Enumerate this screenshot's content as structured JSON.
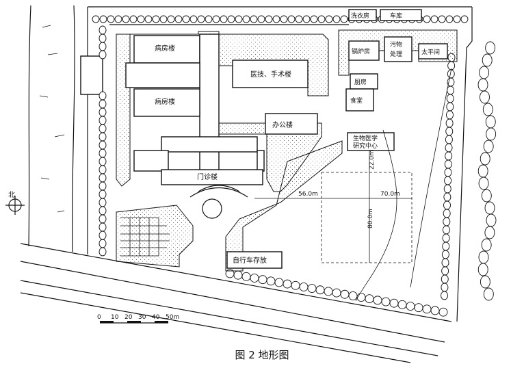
{
  "labels": {
    "ward1": "病房楼",
    "ward2": "病房楼",
    "medtech": "医技、手术楼",
    "office": "办公楼",
    "outpatient": "门诊楼",
    "laundry": "洗衣房",
    "garage": "车库",
    "boiler": "锅炉房",
    "sewage_l1": "污物",
    "sewage_l2": "处理",
    "morgue": "太平间",
    "kitchen": "厨房",
    "canteen": "食堂",
    "bio_l1": "生物医学",
    "bio_l2": "研究中心",
    "bike": "自行车存放",
    "north": "北"
  },
  "dimensions": {
    "d_22": "22.0m",
    "d_56": "56.0m",
    "d_70": "70.0m",
    "d_80": "80.0m"
  },
  "scale": {
    "ticks": [
      "0",
      "10",
      "20",
      "30",
      "40",
      "50m"
    ]
  },
  "caption": "图 2  地形图"
}
